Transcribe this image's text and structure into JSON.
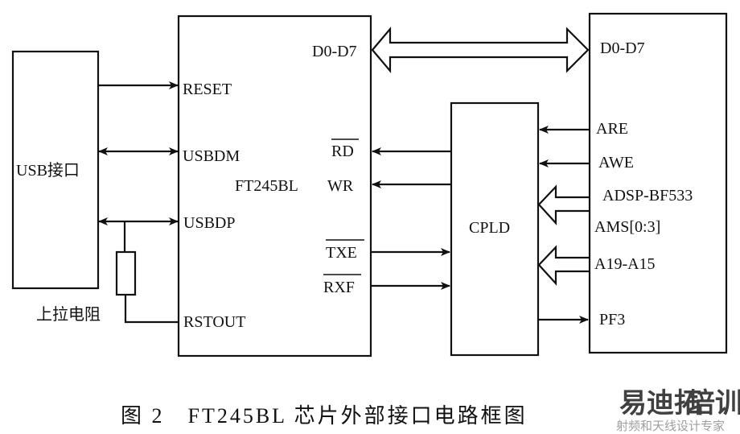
{
  "blocks": {
    "usb": "USB接口",
    "ft245": "FT245BL",
    "cpld": "CPLD",
    "dsp": "ADSP-BF533"
  },
  "ft245_pins": {
    "reset": "RESET",
    "usbdm": "USBDM",
    "usbdp": "USBDP",
    "rstout": "RSTOUT",
    "data": "D0-D7",
    "rd": "RD",
    "wr": "WR",
    "txe": "TXE",
    "rxf": "RXF"
  },
  "dsp_pins": {
    "data": "D0-D7",
    "are": "ARE",
    "awe": "AWE",
    "ams": "AMS[0:3]",
    "addr": "A19-A15",
    "pf3": "PF3"
  },
  "resistor_label": "上拉电阻",
  "caption": "图 2　FT245BL 芯片外部接口电路框图",
  "watermark": {
    "main_a": "易迪拓",
    "main_b": "培训",
    "sub": "射频和天线设计专家",
    "color_a": "#e06a6a",
    "color_b": "#6a9ad0"
  }
}
